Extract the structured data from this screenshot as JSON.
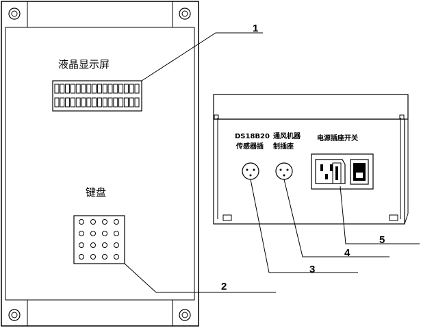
{
  "front_panel": {
    "lcd_label": "液晶显示屏",
    "keypad_label": "键盘"
  },
  "back_panel": {
    "sensor_label_line1": "DS18B20",
    "sensor_label_line2": "传感器插",
    "fan_label_line1": "通风机器",
    "fan_label_line2": "制插座",
    "power_label": "电源插座开关"
  },
  "callouts": {
    "n1": "1",
    "n2": "2",
    "n3": "3",
    "n4": "4",
    "n5": "5"
  }
}
